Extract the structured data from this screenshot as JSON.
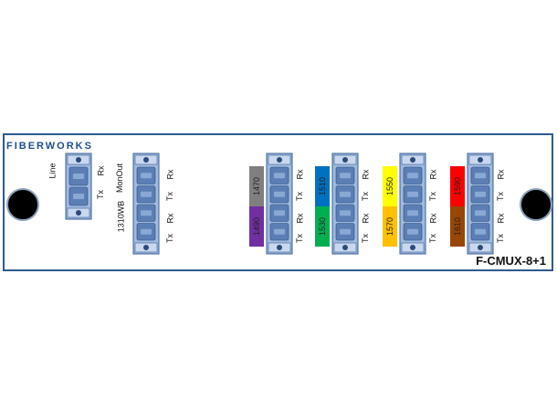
{
  "brand": "FIBERWORKS",
  "model": "F-CMUX-8+1",
  "ports": {
    "line": "Line",
    "wb1310": "1310WB",
    "monout": "MonOut",
    "rx": "Rx",
    "tx": "Tx"
  },
  "wavelengths": [
    {
      "label": "1470",
      "color": "#7f7f7f"
    },
    {
      "label": "1490",
      "color": "#7030a0"
    },
    {
      "label": "1510",
      "color": "#0070c0"
    },
    {
      "label": "1530",
      "color": "#00b050"
    },
    {
      "label": "1550",
      "color": "#ffff00"
    },
    {
      "label": "1570",
      "color": "#ffc000"
    },
    {
      "label": "1590",
      "color": "#ff0000"
    },
    {
      "label": "1610",
      "color": "#974706"
    }
  ],
  "colors": {
    "connector_body": "#9fbadf",
    "connector_port": "#5b7fb4",
    "panel_border": "#2e5a8e",
    "brand": "#1f4e8c"
  }
}
